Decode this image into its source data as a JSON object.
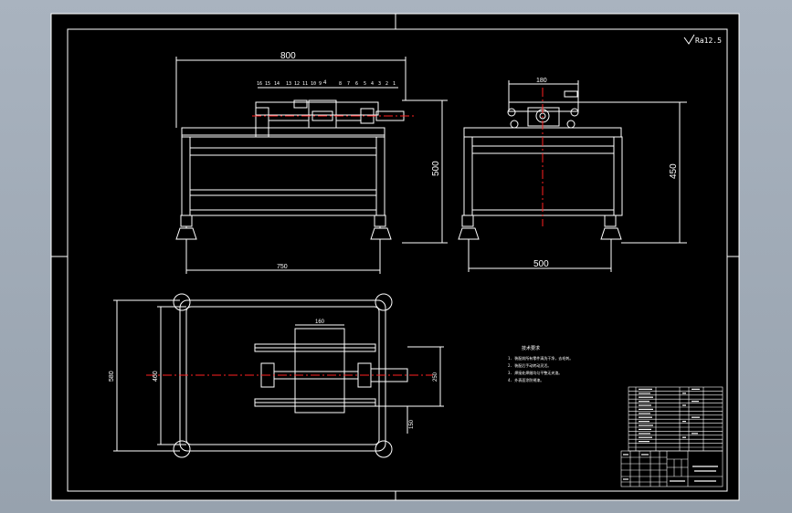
{
  "drawing": {
    "roughness": "Ra12.5",
    "front_view": {
      "overall_width": "800",
      "base_width": "750",
      "height": "500",
      "center_mark": "4",
      "balloons": [
        "16",
        "15",
        "14",
        "13",
        "12",
        "11",
        "10",
        "9",
        "8",
        "7",
        "6",
        "5",
        "4",
        "3",
        "2",
        "1"
      ]
    },
    "side_view": {
      "top_width": "180",
      "height": "450",
      "base_width": "500"
    },
    "top_view": {
      "table_width": "160",
      "overall_depth": "580",
      "inner_depth": "460",
      "slide_offset": "150",
      "shaft_depth": "250"
    },
    "tech_notes": {
      "title": "技术要求",
      "lines": [
        "1. 装配前所有零件清洗干净，去毛刺。",
        "2. 装配后手动转动灵活。",
        "3. 焊接处焊缝均匀平整无夹渣。",
        "4. 外表面涂防锈漆。"
      ]
    },
    "colors": {
      "sheet_bg": "#000000",
      "lines": "#ffffff",
      "center": "#ff0000"
    }
  }
}
